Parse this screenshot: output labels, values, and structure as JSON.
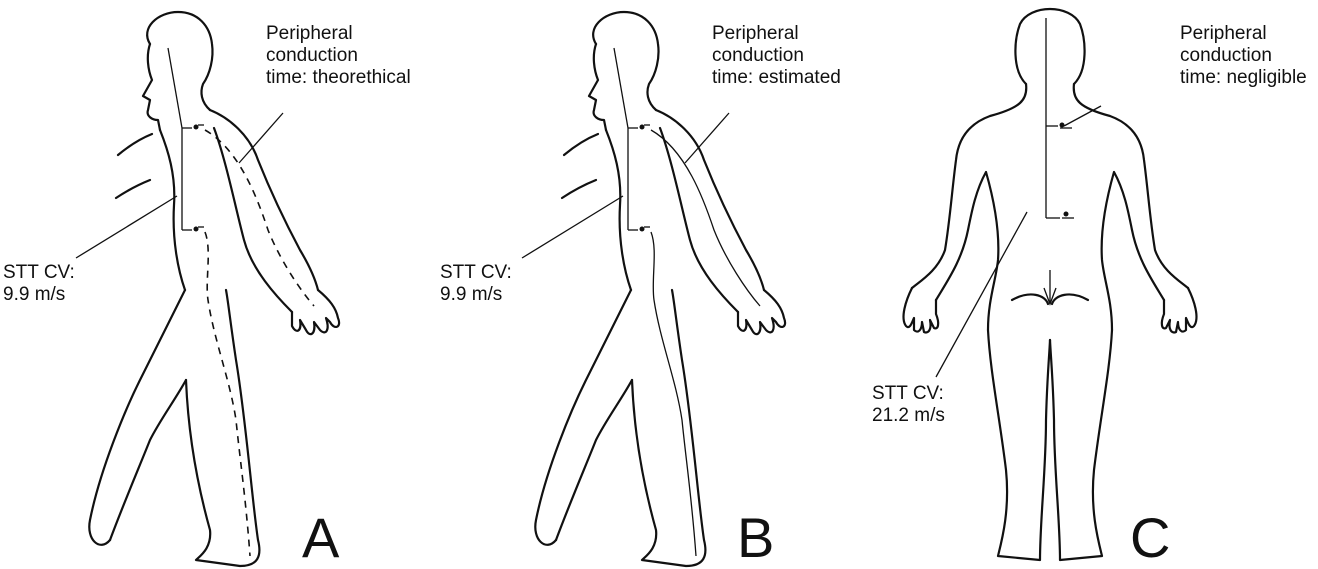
{
  "panels": [
    {
      "letter": "A",
      "peripheral_label": [
        "Peripheral",
        "conduction",
        "time: theorethical"
      ],
      "stt_label": [
        "STT CV:",
        "9.9 m/s"
      ]
    },
    {
      "letter": "B",
      "peripheral_label": [
        "Peripheral",
        "conduction",
        "time: estimated"
      ],
      "stt_label": [
        "STT CV:",
        "9.9 m/s"
      ]
    },
    {
      "letter": "C",
      "peripheral_label": [
        "Peripheral",
        "conduction",
        "time: negligible"
      ],
      "stt_label": [
        "STT CV:",
        "21.2 m/s"
      ]
    }
  ]
}
